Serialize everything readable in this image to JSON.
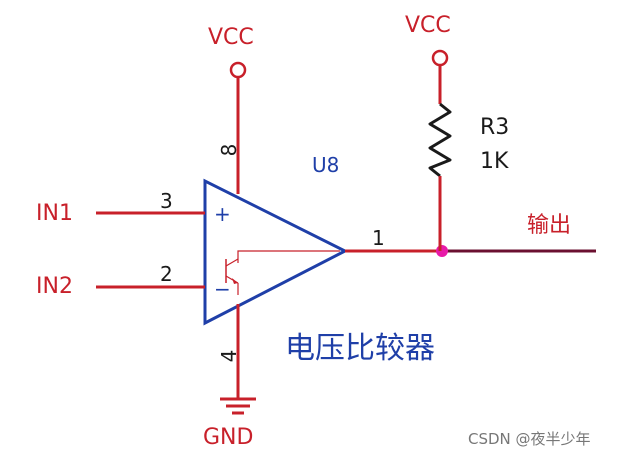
{
  "labels": {
    "vcc_left": "VCC",
    "vcc_right": "VCC",
    "gnd": "GND",
    "in1": "IN1",
    "in2": "IN2",
    "pin_3": "3",
    "pin_2": "2",
    "pin_8": "8",
    "pin_4": "4",
    "pin_1": "1",
    "u8": "U8",
    "r3": "R3",
    "r3_value": "1K",
    "output": "输出",
    "plus": "+",
    "minus": "−",
    "comparator": "电压比较器",
    "watermark": "CSDN @夜半少年"
  },
  "colors": {
    "wire_red": "#c8202a",
    "opamp_blue": "#1f3fa8",
    "output_wire": "#6b1030",
    "junction": "#e81aa8",
    "vcc_circle": "#c8202a"
  }
}
